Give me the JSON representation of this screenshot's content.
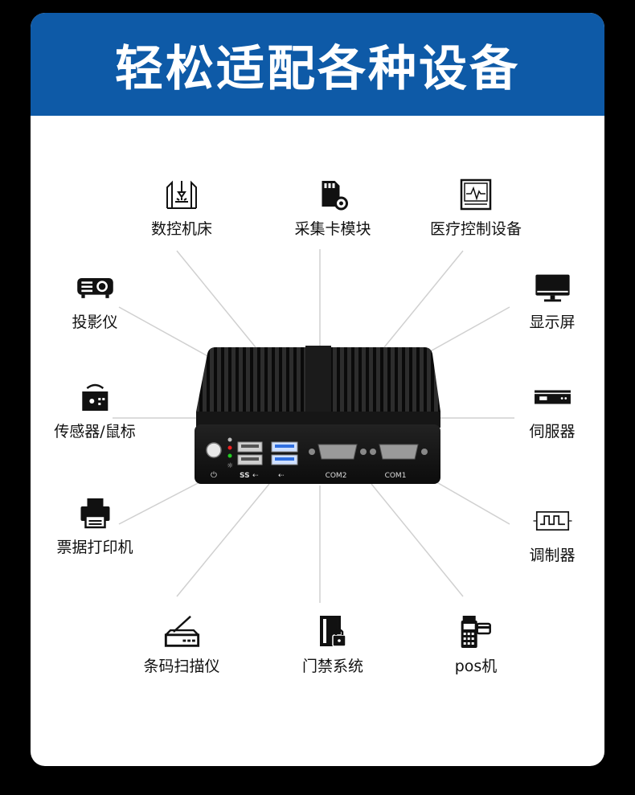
{
  "header": {
    "title": "轻松适配各种设备"
  },
  "device": {
    "usb_label": "SS",
    "com2": "COM2",
    "com1": "COM1"
  },
  "items": {
    "cnc": "数控机床",
    "capture_card": "采集卡模块",
    "medical": "医疗控制设备",
    "projector": "投影仪",
    "monitor": "显示屏",
    "sensor": "传感器/鼠标",
    "servo": "伺服器",
    "printer": "票据打印机",
    "modulator": "调制器",
    "scanner": "条码扫描仪",
    "access": "门禁系统",
    "pos": "pos机"
  },
  "colors": {
    "header_bg": "#0e5aa7",
    "icon": "#111111",
    "line": "#d0d0d0"
  }
}
